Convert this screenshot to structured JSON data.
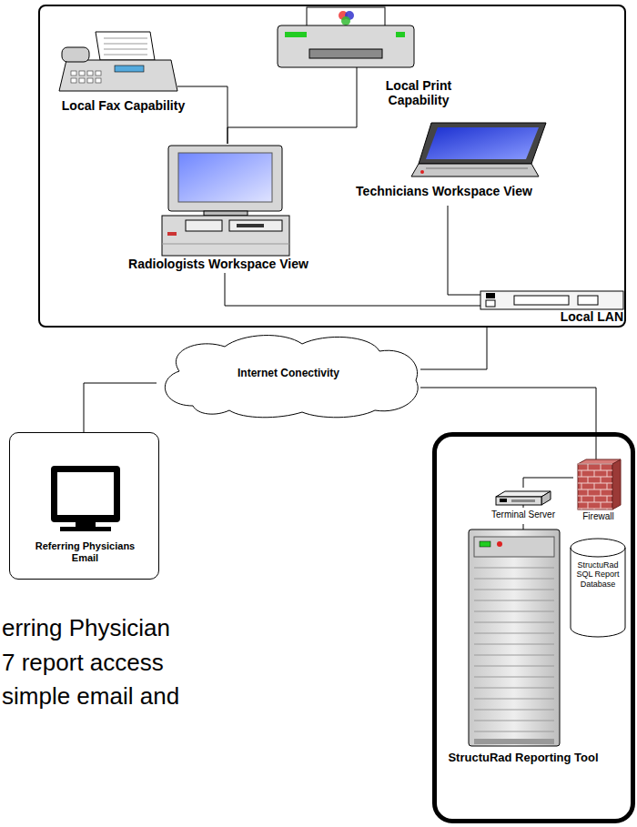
{
  "diagram": {
    "nodes": [
      {
        "text": []
      },
      {
        "text": [
          "Local Print Capability"
        ],
        "in": 0
      },
      {
        "text": [
          "Local Fax Capability"
        ],
        "in": 0
      },
      {
        "text": [
          "Technicians Workspace View"
        ],
        "in": 0
      },
      {
        "text": [
          "Radiologists Workspace View"
        ],
        "in": 0
      },
      {
        "text": [
          "Local LAN"
        ],
        "in": 0
      },
      {
        "text": [
          "Internet Conectivity"
        ]
      },
      {
        "text": [
          "Referring Physicians Email"
        ]
      },
      {
        "text": []
      },
      {
        "text": [
          "Terminal Server"
        ],
        "in": 8
      },
      {
        "text": [
          "Firewall"
        ],
        "in": 8
      },
      {
        "text": [
          "StructuRad SQL Report Database"
        ],
        "in": 8
      },
      {
        "text": [
          "StructuRad Reporting Tool"
        ],
        "in": 8
      }
    ],
    "edges": [
      {
        "from": 2,
        "to": 4,
        "arrow": "none"
      },
      {
        "from": 1,
        "to": 4,
        "arrow": "none"
      },
      {
        "from": 4,
        "to": 5,
        "arrow": "none"
      },
      {
        "from": 3,
        "to": 5,
        "arrow": "none"
      },
      {
        "from": 5,
        "to": 6,
        "arrow": "none"
      },
      {
        "from": 6,
        "to": 7,
        "arrow": "none"
      },
      {
        "from": 6,
        "to": 10,
        "arrow": "none"
      },
      {
        "from": 10,
        "to": 9,
        "arrow": "none"
      },
      {
        "from": 9,
        "to": 12,
        "arrow": "none"
      }
    ],
    "labels": [
      "erring Physician",
      "7 report access",
      "simple email and"
    ]
  }
}
